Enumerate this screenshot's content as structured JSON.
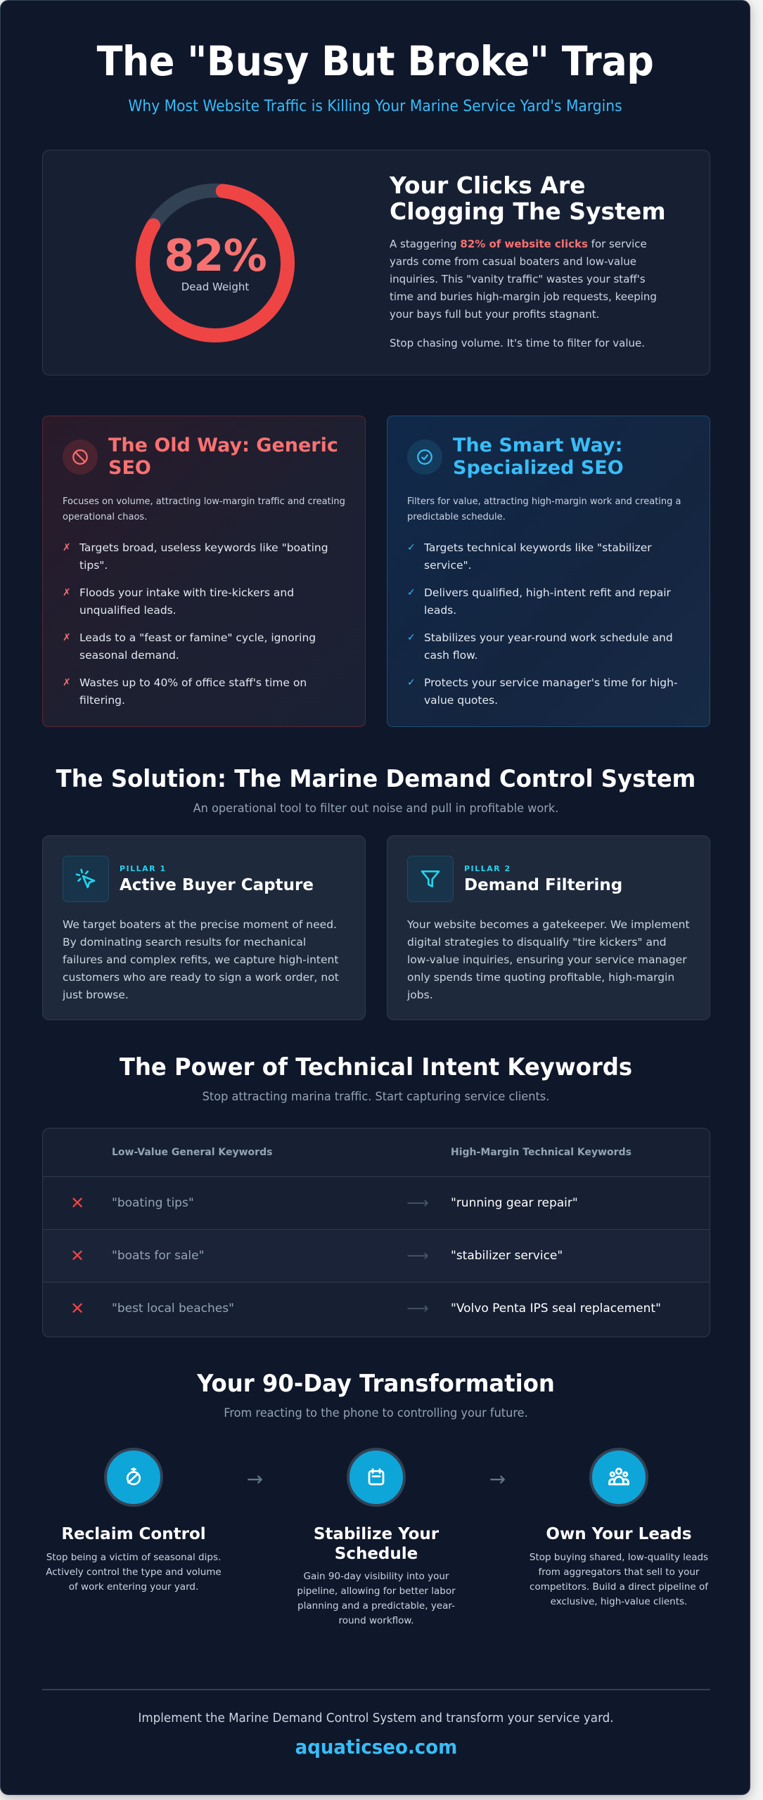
{
  "header": {
    "title": "The \"Busy But Broke\" Trap",
    "subtitle": "Why Most Website Traffic is Killing Your Marine Service Yard's Margins"
  },
  "hero": {
    "gauge_value": "82%",
    "gauge_percent": 82,
    "gauge_label": "Dead Weight",
    "title": "Your Clicks Are Clogging The System",
    "body_prefix": "A staggering ",
    "body_highlight": "82% of website clicks",
    "body_suffix": " for service yards come from casual boaters and low-value inquiries. This \"vanity traffic\" wastes your staff's time and buries high-margin job requests, keeping your bays full but your profits stagnant.",
    "body_2": "Stop chasing volume. It's time to filter for value.",
    "colors": {
      "accent": "#ef4444",
      "track": "#334155"
    }
  },
  "comparison": {
    "old": {
      "icon": "ban-icon",
      "title": "The Old Way: Generic SEO",
      "description": "Focuses on volume, attracting low-margin traffic and creating operational chaos.",
      "marker": "✗",
      "items": [
        "Targets broad, useless keywords like \"boating tips\".",
        "Floods your intake with tire-kickers and unqualified leads.",
        "Leads to a \"feast or famine\" cycle, ignoring seasonal demand.",
        "Wastes up to 40% of office staff's time on filtering."
      ]
    },
    "new": {
      "icon": "check-circle-icon",
      "title": "The Smart Way: Specialized SEO",
      "description": "Filters for value, attracting high-margin work and creating a predictable schedule.",
      "marker": "✓",
      "items": [
        "Targets technical keywords like \"stabilizer service\".",
        "Delivers qualified, high-intent refit and repair leads.",
        "Stabilizes your year-round work schedule and cash flow.",
        "Protects your service manager's time for high-value quotes."
      ]
    }
  },
  "solution": {
    "title": "The Solution: The Marine Demand Control System",
    "subtitle": "An operational tool to filter out noise and pull in profitable work.",
    "pillars": [
      {
        "icon": "cursor-click-icon",
        "kicker": "PILLAR 1",
        "title": "Active Buyer Capture",
        "body": "We target boaters at the precise moment of need. By dominating search results for mechanical failures and complex refits, we capture high-intent customers who are ready to sign a work order, not just browse."
      },
      {
        "icon": "filter-icon",
        "kicker": "PILLAR 2",
        "title": "Demand Filtering",
        "body": "Your website becomes a gatekeeper. We implement digital strategies to disqualify \"tire kickers\" and low-value inquiries, ensuring your service manager only spends time quoting profitable, high-margin jobs."
      }
    ]
  },
  "keywords": {
    "title": "The Power of Technical Intent Keywords",
    "subtitle": "Stop attracting marina traffic. Start capturing service clients.",
    "columns": [
      "Low-Value General Keywords",
      "High-Margin Technical Keywords"
    ],
    "x_mark": "✕",
    "arrow": "⟶",
    "rows": [
      {
        "low": "\"boating tips\"",
        "high": "\"running gear repair\""
      },
      {
        "low": "\"boats for sale\"",
        "high": "\"stabilizer service\""
      },
      {
        "low": "\"best local beaches\"",
        "high": "\"Volvo Penta IPS seal replacement\""
      }
    ]
  },
  "transformation": {
    "title": "Your 90-Day Transformation",
    "subtitle": "From reacting to the phone to controlling your future.",
    "arrow": "→",
    "steps": [
      {
        "icon": "timer-off-icon",
        "title": "Reclaim Control",
        "body": "Stop being a victim of seasonal dips. Actively control the type and volume of work entering your yard."
      },
      {
        "icon": "calendar-icon",
        "title": "Stabilize Your Schedule",
        "body": "Gain 90-day visibility into your pipeline, allowing for better labor planning and a predictable, year-round workflow."
      },
      {
        "icon": "users-icon",
        "title": "Own Your Leads",
        "body": "Stop buying shared, low-quality leads from aggregators that sell to your competitors. Build a direct pipeline of exclusive, high-value clients."
      }
    ]
  },
  "footer": {
    "text": "Implement the Marine Demand Control System and transform your service yard.",
    "link": "aquaticseo.com"
  }
}
